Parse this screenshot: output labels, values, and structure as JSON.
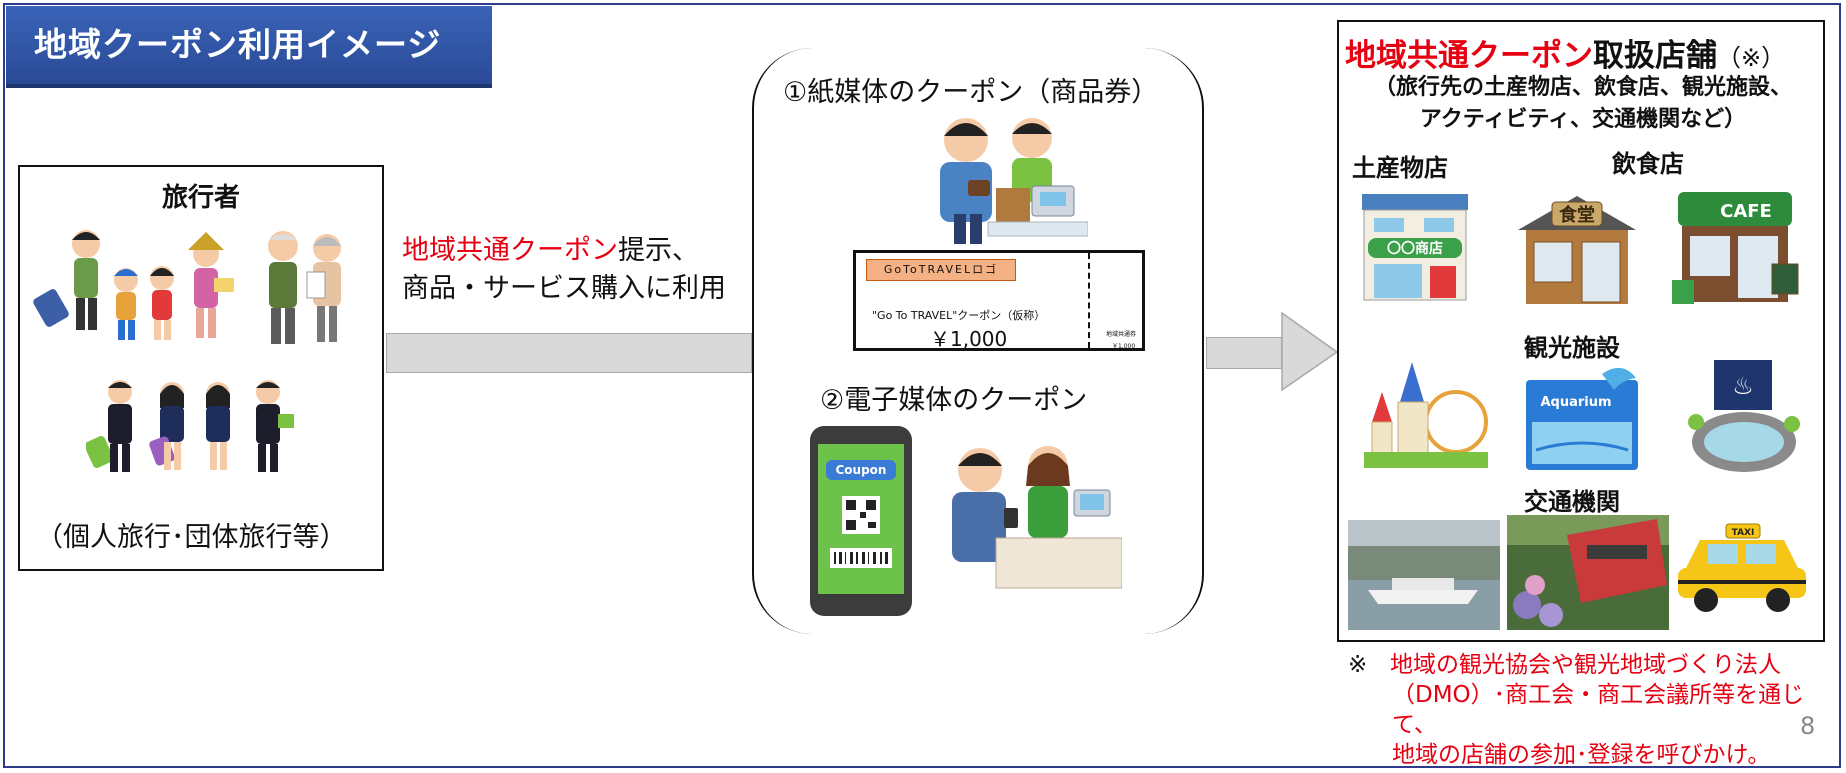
{
  "slide": {
    "title": "地域クーポン利用イメージ",
    "page_number": "8"
  },
  "traveler": {
    "title": "旅行者",
    "note": "（個人旅行･団体旅行等）"
  },
  "flow": {
    "coupon_term": "地域共通クーポン",
    "line1_suffix": "提示、",
    "line2": "商品・サービス購入に利用"
  },
  "coupons": {
    "paper_label": "①紙媒体のクーポン（商品券）",
    "digital_label": "②電子媒体のクーポン",
    "ticket": {
      "logo": "GoToTRAVELロゴ",
      "name": "\"Go To TRAVEL\"クーポン（仮称）",
      "price": "￥1,000",
      "stub_name": "地域共通券",
      "stub_price": "￥1,000"
    },
    "phone_badge": "Coupon"
  },
  "shops": {
    "title_red": "地域共通クーポン",
    "title_rest": "取扱店舗",
    "title_note": "（※）",
    "subtitle_line1": "（旅行先の土産物店、飲食店、観光施設、",
    "subtitle_line2": "アクティビティ、交通機関など）",
    "categories": {
      "souvenir": "土産物店",
      "restaurant": "飲食店",
      "sightseeing": "観光施設",
      "transport": "交通機関"
    },
    "signs": {
      "shop": "〇〇商店",
      "diner": "食堂",
      "cafe": "CAFE",
      "aquarium": "Aquarium",
      "taxi": "TAXI"
    }
  },
  "footnote": {
    "mark": "※",
    "line1": "地域の観光協会や観光地域づくり法人",
    "line2": "（DMO）･商工会・商工会議所等を通じて、",
    "line3": "地域の店舗の参加･登録を呼びかけ。"
  },
  "colors": {
    "banner": "#2a4a96",
    "accent_red": "#e60012",
    "frame": "#2e3a8c",
    "arrow": "#d9d9d9"
  }
}
